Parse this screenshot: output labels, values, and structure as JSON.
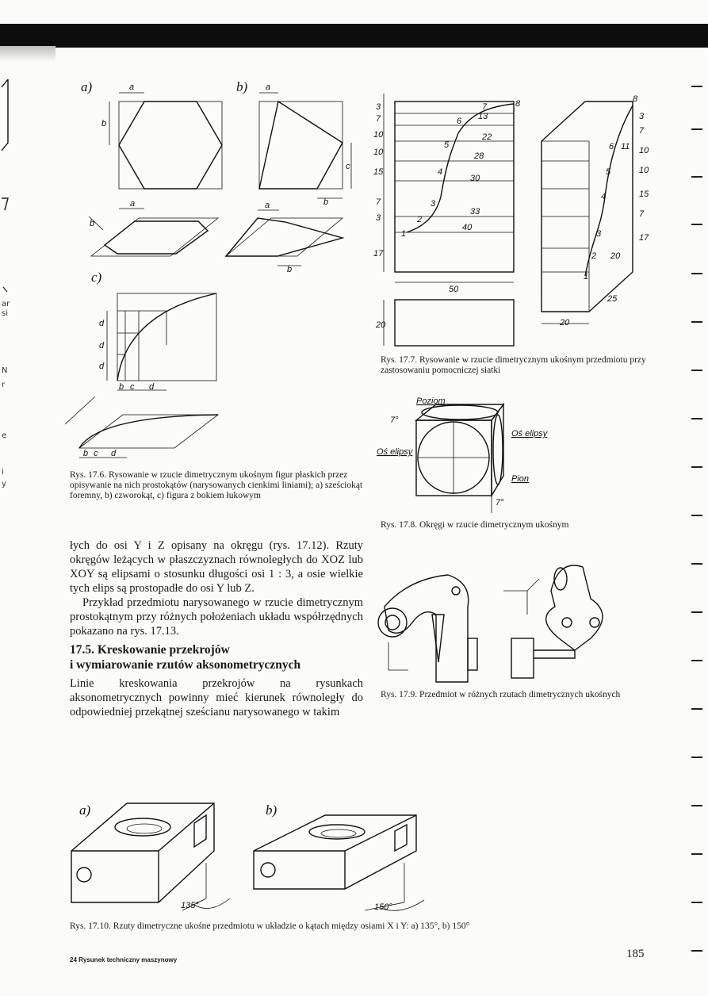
{
  "fig_17_6": {
    "label_a": "a)",
    "label_b": "b)",
    "label_c": "c)",
    "dim_a": "a",
    "dim_b": "b",
    "dim_c": "c",
    "dim_d": "d",
    "caption": "Rys. 17.6. Rysowanie w rzucie dimetrycznym ukośnym figur płaskich przez opisywanie na nich prostokątów (narysowanych cienkimi liniami); a) sześciokąt foremny, b) czworokąt, c) figura z bokiem łukowym"
  },
  "fig_17_7": {
    "points": [
      "1",
      "2",
      "3",
      "4",
      "5",
      "6",
      "7",
      "8"
    ],
    "dims_horizontal": [
      "13",
      "22",
      "28",
      "30",
      "33",
      "40"
    ],
    "dims_vertical": [
      "3",
      "7",
      "10",
      "10",
      "15",
      "7",
      "3",
      "17"
    ],
    "dim_width": "50",
    "dim_height": "20",
    "dim_depth": "20",
    "iso_dims": [
      "8",
      "6",
      "11",
      "5",
      "4",
      "3",
      "2",
      "1",
      "20",
      "25",
      "17",
      "7",
      "15",
      "10",
      "10",
      "7",
      "3"
    ],
    "caption": "Rys. 17.7. Rysowanie w rzucie dimetrycznym ukośnym przedmiotu przy zastosowaniu pomocniczej siatki"
  },
  "fig_17_8": {
    "label_poziom": "Poziom",
    "label_os_elipsy_right": "Oś elipsy",
    "label_os_elipsy_left": "Oś elipsy",
    "label_pion": "Pion",
    "angle_top": "7°",
    "angle_bottom": "7°",
    "caption": "Rys. 17.8. Okręgi w rzucie dimetrycznym ukośnym"
  },
  "fig_17_9": {
    "caption": "Rys. 17.9. Przedmiot w różnych rzutach dimetrycznych ukośnych"
  },
  "body": {
    "paragraph_1": "łych do osi Y i Z opisany na okręgu (rys. 17.12). Rzuty okręgów leżących w płaszczyznach równoległych do XOZ lub XOY są elipsami o stosunku długości osi 1 : 3, a osie wielkie tych elips są prostopadłe do osi Y lub Z.",
    "paragraph_2": "Przykład przedmiotu narysowanego w rzucie dimetrycznym prostokątnym przy różnych położeniach układu współrzędnych pokazano na rys. 17.13.",
    "section_title_line1": "17.5. Kreskowanie przekrojów",
    "section_title_line2": "i wymiarowanie rzutów aksonometrycznych",
    "paragraph_3": "Linie kreskowania przekrojów na rysunkach aksonometrycznych powinny mieć kierunek równoległy do odpowiedniej przekątnej sześcianu narysowanego w takim"
  },
  "fig_17_10": {
    "label_a": "a)",
    "label_b": "b)",
    "angle_a": "135°",
    "angle_b": "150°",
    "caption": "Rys. 17.10. Rzuty dimetryczne ukośne przedmiotu w układzie o kątach między osiami X i Y: a) 135°, b) 150°"
  },
  "footer": {
    "signature": "24 Rysunek techniczny maszynowy",
    "page_number": "185"
  },
  "left_margin_glyphs": [
    "ar",
    "si",
    "N",
    "r",
    "e",
    "i",
    "y"
  ]
}
